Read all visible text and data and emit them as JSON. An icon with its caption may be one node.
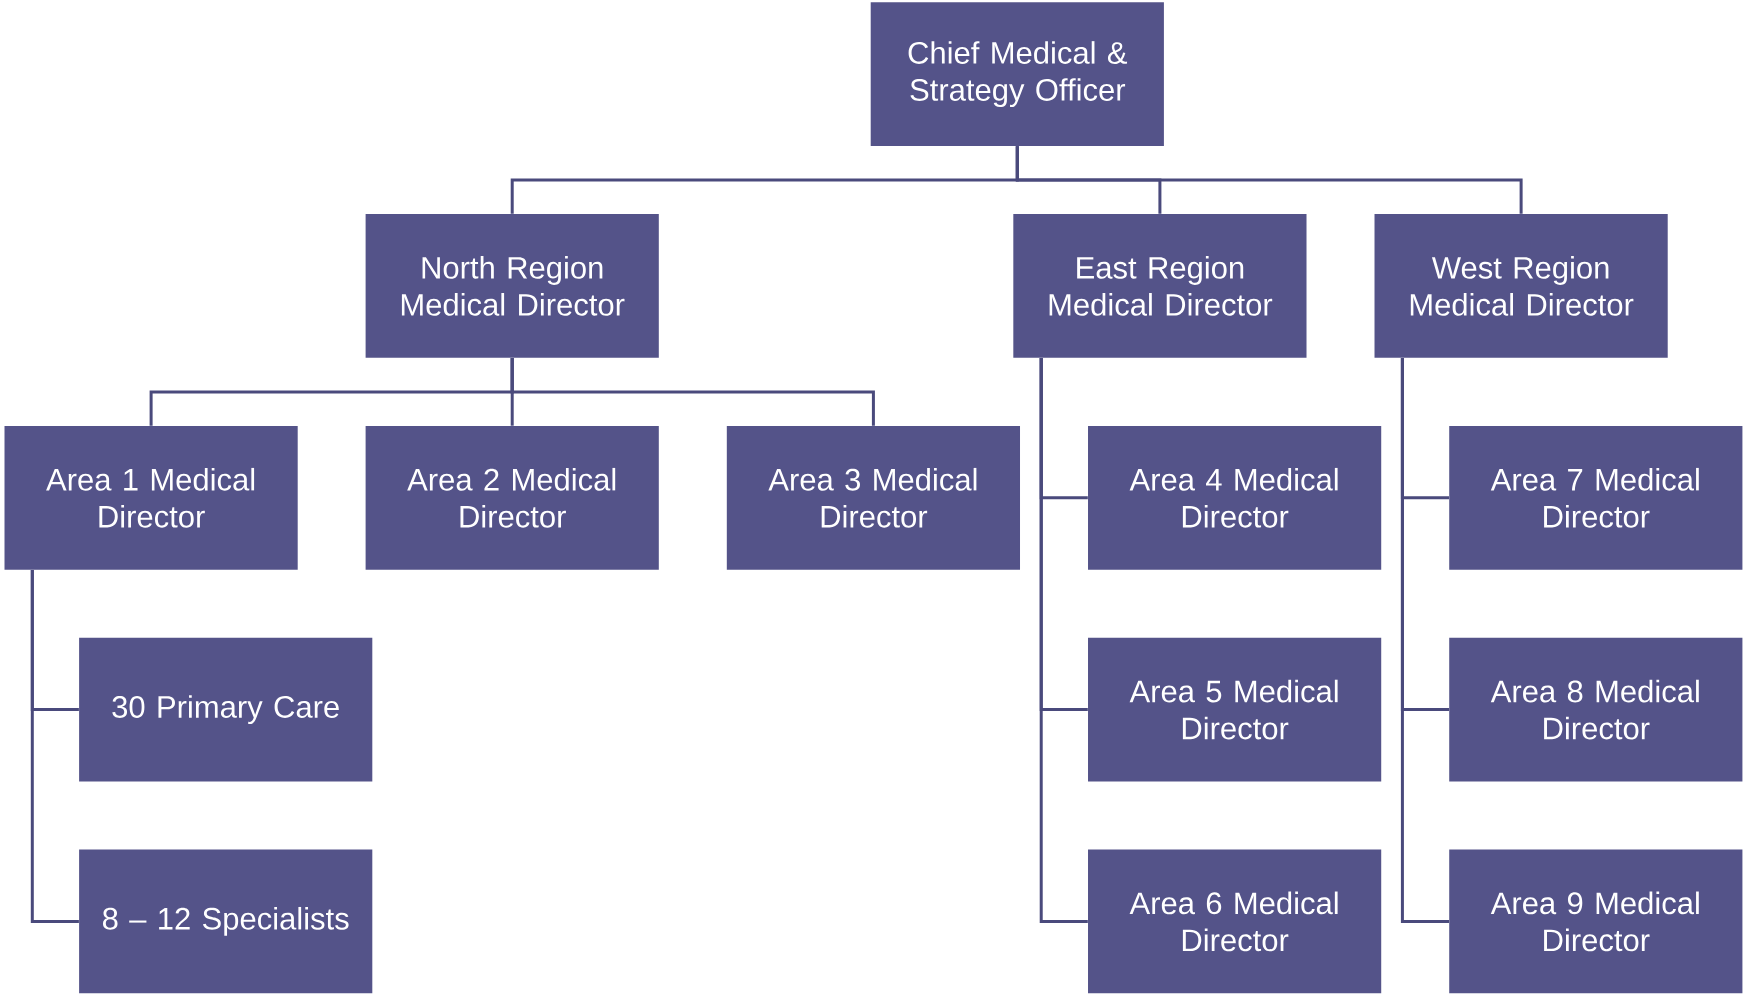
{
  "diagram": {
    "nodes": [
      {
        "text": [
          "Chief Medical & Strategy Officer"
        ]
      },
      {
        "text": [
          "North Region Medical Director"
        ]
      },
      {
        "text": [
          "East Region Medical Director"
        ]
      },
      {
        "text": [
          "West Region Medical Director"
        ]
      },
      {
        "text": [
          "Area 1 Medical Director"
        ]
      },
      {
        "text": [
          "Area 2 Medical Director"
        ]
      },
      {
        "text": [
          "Area 3 Medical Director"
        ]
      },
      {
        "text": [
          "30 Primary Care"
        ]
      },
      {
        "text": [
          "8 – 12 Specialists"
        ]
      },
      {
        "text": [
          "Area 4 Medical Director"
        ]
      },
      {
        "text": [
          "Area 5 Medical Director"
        ]
      },
      {
        "text": [
          "Area 6 Medical Director"
        ]
      },
      {
        "text": [
          "Area 7 Medical Director"
        ]
      },
      {
        "text": [
          "Area 8 Medical Director"
        ]
      },
      {
        "text": [
          "Area 9 Medical Director"
        ]
      }
    ],
    "edges": [
      {
        "from": 0,
        "to": 1,
        "arrow": "none"
      },
      {
        "from": 0,
        "to": 2,
        "arrow": "none"
      },
      {
        "from": 0,
        "to": 3,
        "arrow": "none"
      },
      {
        "from": 1,
        "to": 4,
        "arrow": "none"
      },
      {
        "from": 1,
        "to": 5,
        "arrow": "none"
      },
      {
        "from": 1,
        "to": 6,
        "arrow": "none"
      },
      {
        "from": 4,
        "to": 7,
        "arrow": "none"
      },
      {
        "from": 4,
        "to": 8,
        "arrow": "none"
      },
      {
        "from": 2,
        "to": 9,
        "arrow": "none"
      },
      {
        "from": 2,
        "to": 10,
        "arrow": "none"
      },
      {
        "from": 2,
        "to": 11,
        "arrow": "none"
      },
      {
        "from": 3,
        "to": 12,
        "arrow": "none"
      },
      {
        "from": 3,
        "to": 13,
        "arrow": "none"
      },
      {
        "from": 3,
        "to": 14,
        "arrow": "none"
      }
    ]
  }
}
